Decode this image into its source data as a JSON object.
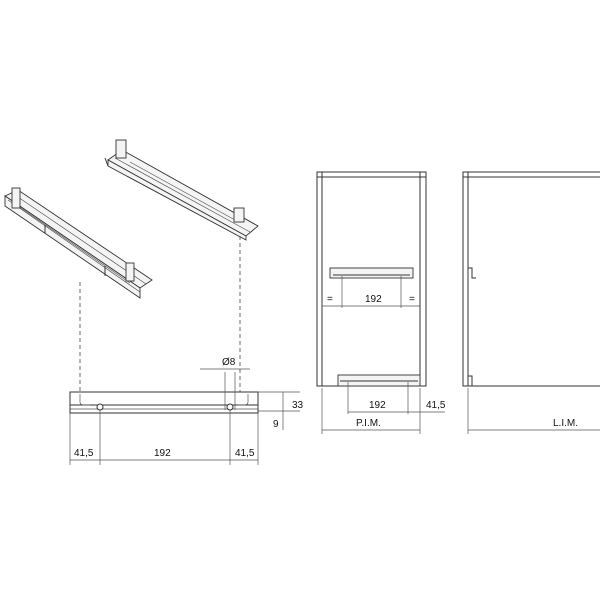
{
  "front_view": {
    "hole_diameter": "Ø8",
    "height": "33",
    "offset": "9",
    "left_margin": "41,5",
    "hole_spacing": "192",
    "right_margin": "41,5"
  },
  "side_view": {
    "equal_left": "=",
    "upper_spacing": "192",
    "equal_right": "=",
    "lower_spacing": "192",
    "lower_margin": "41,5",
    "depth_label": "P.I.M."
  },
  "width_view": {
    "width_label": "L.I.M."
  }
}
